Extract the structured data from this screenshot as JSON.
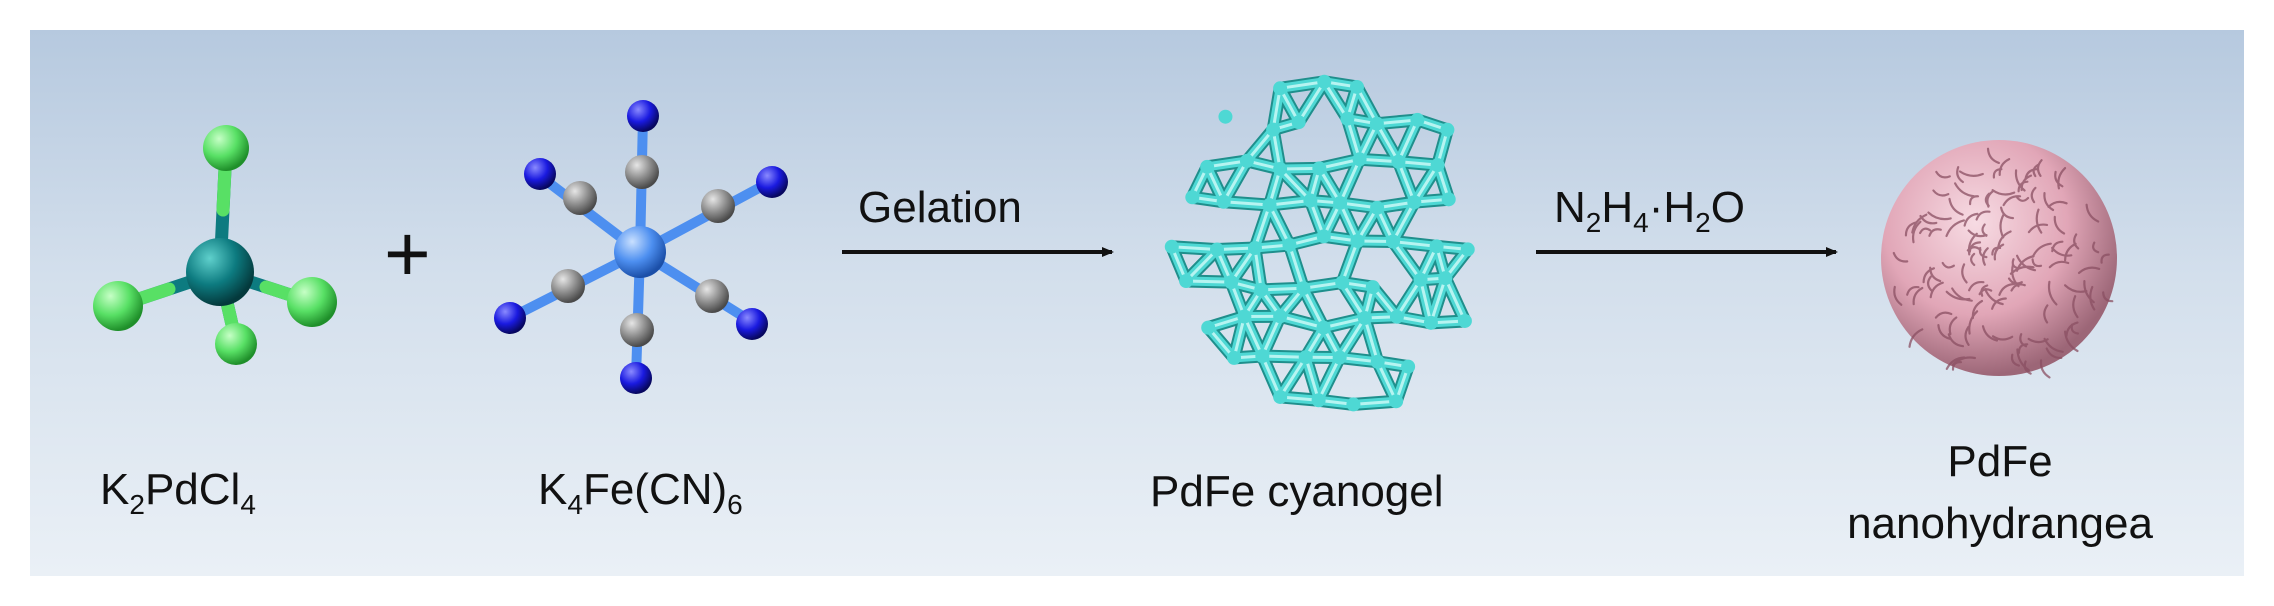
{
  "reactants": {
    "first": {
      "main1": "K",
      "sub1": "2",
      "main2": "PdCl",
      "sub2": "4"
    },
    "plus": "+",
    "second": {
      "main1": "K",
      "sub1": "4",
      "main2": "Fe(CN)",
      "sub2": "6"
    }
  },
  "steps": {
    "gelation": "Gelation",
    "reduction": {
      "p1": "N",
      "s1": "2",
      "p2": "H",
      "s2": "4",
      "p3": "·H",
      "s3": "2",
      "p4": "O"
    }
  },
  "products": {
    "cyanogel": "PdFe cyanogel",
    "nano_line1": "PdFe",
    "nano_line2": "nanohydrangea"
  },
  "colors": {
    "pd": "#0d7b80",
    "cl": "#58e065",
    "fe": "#4d8ff0",
    "c": "#8f8f8f",
    "n": "#1a1ae0",
    "cyanogel": "#4ed8d4",
    "hydrangea": "#e8b0c0"
  }
}
